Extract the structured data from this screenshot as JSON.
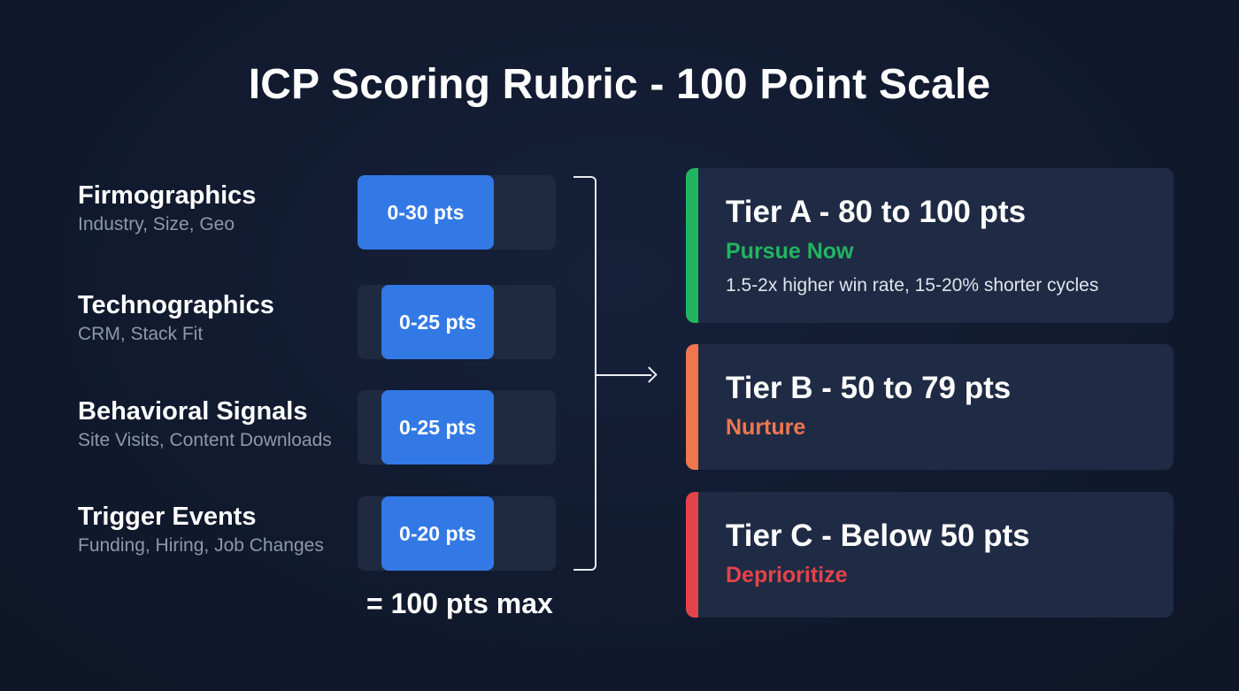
{
  "title": "ICP Scoring Rubric - 100 Point Scale",
  "categories": [
    {
      "name": "Firmographics",
      "sub": "Industry, Size, Geo",
      "range": "0-30 pts",
      "max": 30
    },
    {
      "name": "Technographics",
      "sub": "CRM, Stack Fit",
      "range": "0-25 pts",
      "max": 25
    },
    {
      "name": "Behavioral Signals",
      "sub": "Site Visits, Content Downloads",
      "range": "0-25 pts",
      "max": 25
    },
    {
      "name": "Trigger Events",
      "sub": "Funding, Hiring, Job Changes",
      "range": "0-20 pts",
      "max": 20
    }
  ],
  "total": "= 100 pts max",
  "tiers": [
    {
      "title": "Tier A - 80 to 100 pts",
      "action": "Pursue Now",
      "note": "1.5-2x higher win rate, 15-20% shorter cycles",
      "color": "#22b560"
    },
    {
      "title": "Tier B - 50 to 79 pts",
      "action": "Nurture",
      "color": "#f07650"
    },
    {
      "title": "Tier C - Below 50 pts",
      "action": "Deprioritize",
      "color": "#e5434a"
    }
  ],
  "colors": {
    "background": "#111a2e",
    "bar_fill": "#3279e6",
    "bar_track": "#1f2a40",
    "card": "#1f2b44",
    "subtext": "#8e98ab"
  },
  "icons": {
    "connector": "bracket-arrow-icon"
  }
}
